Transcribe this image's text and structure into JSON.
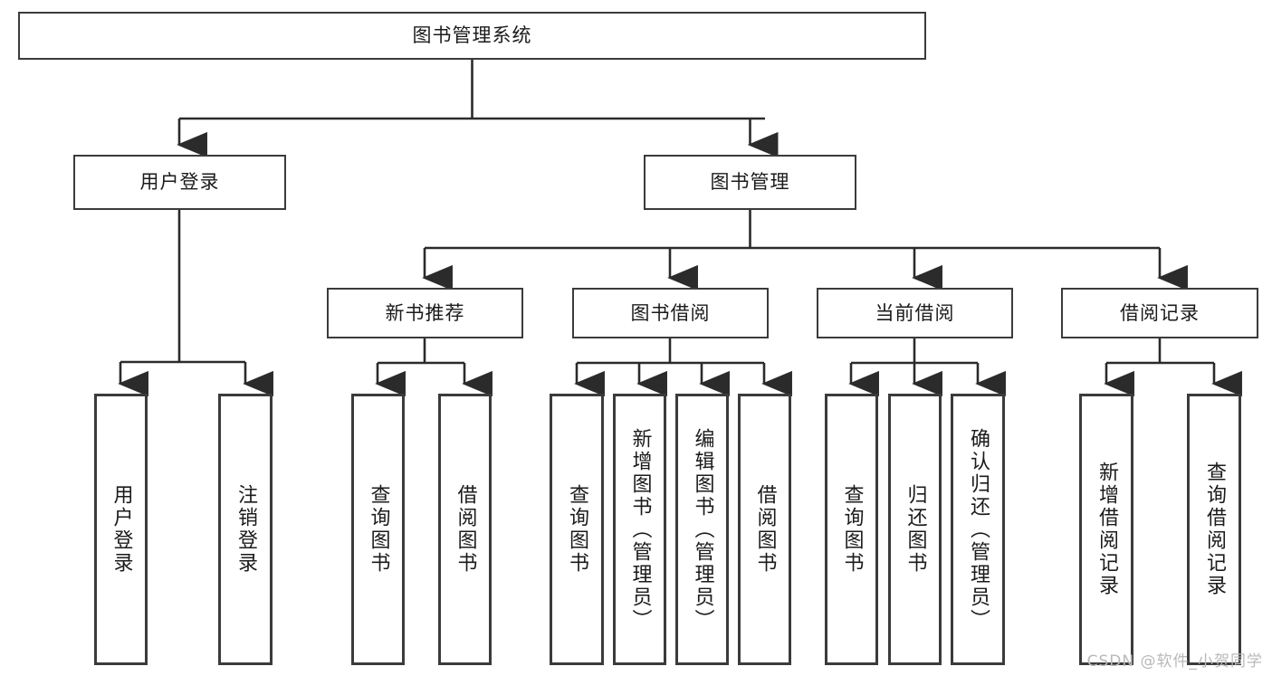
{
  "title": "图书管理系统功能结构图",
  "colors": {
    "box_border": "#3b3b3b",
    "box_fill": "#ffffff",
    "line": "#2b2b2b",
    "text": "#1b1b1b",
    "watermark": "#b9b9b9",
    "background": "#ffffff"
  },
  "watermark": {
    "text": "CSDN @软件_小贺同学"
  },
  "chart_data": {
    "type": "diagram",
    "subtype": "tree-hierarchy",
    "title": "图书管理系统",
    "orientation": "top-down",
    "nodes": [
      {
        "id": "root",
        "label": "图书管理系统",
        "level": 0,
        "parent": null,
        "orientation": "horizontal"
      },
      {
        "id": "n-login",
        "label": "用户登录",
        "level": 1,
        "parent": "root",
        "orientation": "horizontal"
      },
      {
        "id": "n-book-mgmt",
        "label": "图书管理",
        "level": 1,
        "parent": "root",
        "orientation": "horizontal"
      },
      {
        "id": "n-new-book",
        "label": "新书推荐",
        "level": 2,
        "parent": "n-book-mgmt",
        "orientation": "horizontal"
      },
      {
        "id": "n-borrow",
        "label": "图书借阅",
        "level": 2,
        "parent": "n-book-mgmt",
        "orientation": "horizontal"
      },
      {
        "id": "n-current",
        "label": "当前借阅",
        "level": 2,
        "parent": "n-book-mgmt",
        "orientation": "horizontal"
      },
      {
        "id": "n-record",
        "label": "借阅记录",
        "level": 2,
        "parent": "n-book-mgmt",
        "orientation": "horizontal"
      },
      {
        "id": "l-user-login",
        "label": "用户登录",
        "level": 2,
        "parent": "n-login",
        "orientation": "vertical"
      },
      {
        "id": "l-user-logout",
        "label": "注销登录",
        "level": 2,
        "parent": "n-login",
        "orientation": "vertical"
      },
      {
        "id": "l-nb-query",
        "label": "查询图书",
        "level": 3,
        "parent": "n-new-book",
        "orientation": "vertical"
      },
      {
        "id": "l-nb-borrow",
        "label": "借阅图书",
        "level": 3,
        "parent": "n-new-book",
        "orientation": "vertical"
      },
      {
        "id": "l-bw-query",
        "label": "查询图书",
        "level": 3,
        "parent": "n-borrow",
        "orientation": "vertical"
      },
      {
        "id": "l-bw-add",
        "label": "新增图书（管理员）",
        "level": 3,
        "parent": "n-borrow",
        "orientation": "vertical"
      },
      {
        "id": "l-bw-edit",
        "label": "编辑图书（管理员）",
        "level": 3,
        "parent": "n-borrow",
        "orientation": "vertical"
      },
      {
        "id": "l-bw-borrow",
        "label": "借阅图书",
        "level": 3,
        "parent": "n-borrow",
        "orientation": "vertical"
      },
      {
        "id": "l-cur-query",
        "label": "查询图书",
        "level": 3,
        "parent": "n-current",
        "orientation": "vertical"
      },
      {
        "id": "l-cur-return",
        "label": "归还图书",
        "level": 3,
        "parent": "n-current",
        "orientation": "vertical"
      },
      {
        "id": "l-cur-confirm",
        "label": "确认归还（管理员）",
        "level": 3,
        "parent": "n-current",
        "orientation": "vertical"
      },
      {
        "id": "l-rec-add",
        "label": "新增借阅记录",
        "level": 3,
        "parent": "n-record",
        "orientation": "vertical"
      },
      {
        "id": "l-rec-query",
        "label": "查询借阅记录",
        "level": 3,
        "parent": "n-record",
        "orientation": "vertical"
      }
    ],
    "edges": [
      {
        "from": "root",
        "to": "n-login"
      },
      {
        "from": "root",
        "to": "n-book-mgmt"
      },
      {
        "from": "n-login",
        "to": "l-user-login"
      },
      {
        "from": "n-login",
        "to": "l-user-logout"
      },
      {
        "from": "n-book-mgmt",
        "to": "n-new-book"
      },
      {
        "from": "n-book-mgmt",
        "to": "n-borrow"
      },
      {
        "from": "n-book-mgmt",
        "to": "n-current"
      },
      {
        "from": "n-book-mgmt",
        "to": "n-record"
      },
      {
        "from": "n-new-book",
        "to": "l-nb-query"
      },
      {
        "from": "n-new-book",
        "to": "l-nb-borrow"
      },
      {
        "from": "n-borrow",
        "to": "l-bw-query"
      },
      {
        "from": "n-borrow",
        "to": "l-bw-add"
      },
      {
        "from": "n-borrow",
        "to": "l-bw-edit"
      },
      {
        "from": "n-borrow",
        "to": "l-bw-borrow"
      },
      {
        "from": "n-current",
        "to": "l-cur-query"
      },
      {
        "from": "n-current",
        "to": "l-cur-return"
      },
      {
        "from": "n-current",
        "to": "l-cur-confirm"
      },
      {
        "from": "n-record",
        "to": "l-rec-add"
      },
      {
        "from": "n-record",
        "to": "l-rec-query"
      }
    ]
  }
}
